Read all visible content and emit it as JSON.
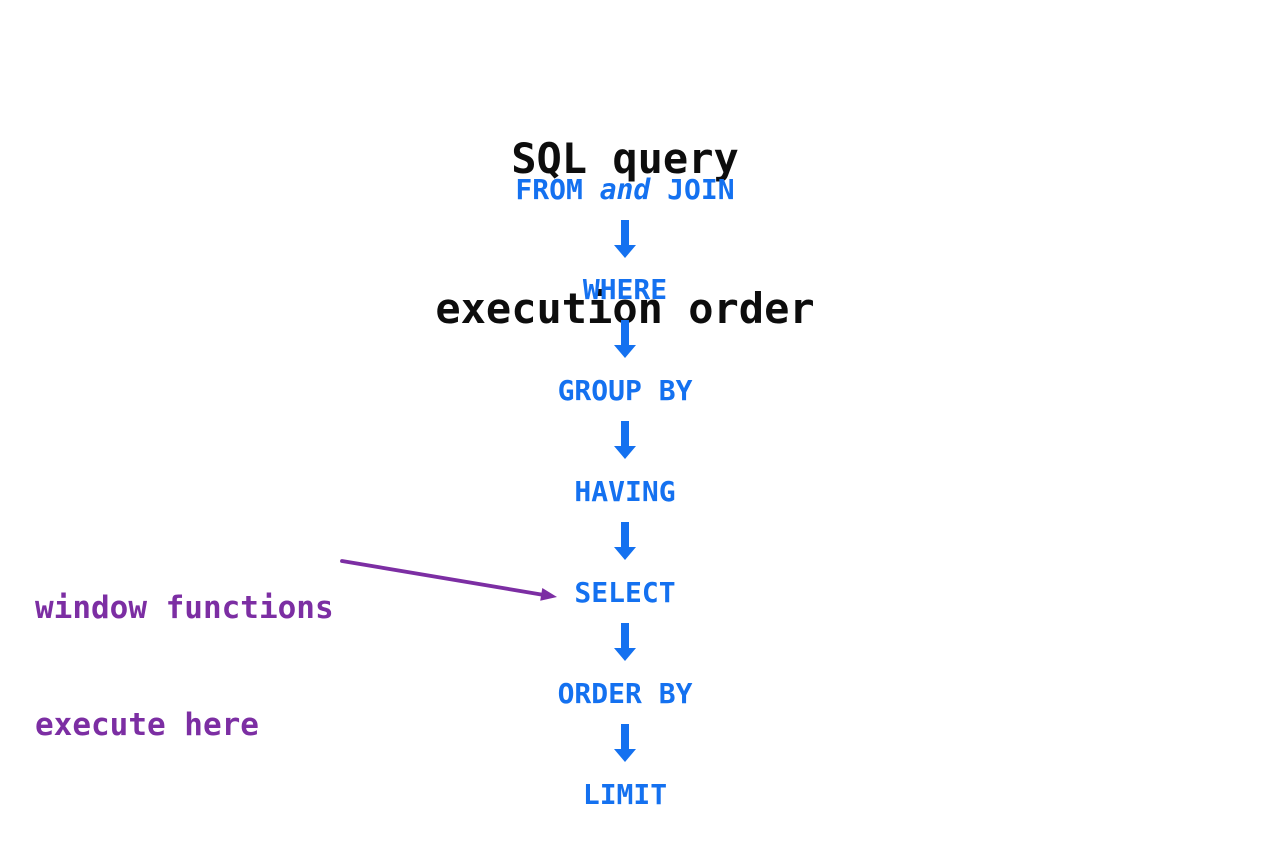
{
  "title": {
    "line1": "SQL query",
    "line2": "execution order"
  },
  "flow": {
    "steps": [
      {
        "pre": "FROM ",
        "conj": "and",
        "post": " JOIN"
      },
      {
        "label": "WHERE"
      },
      {
        "label": "GROUP BY"
      },
      {
        "label": "HAVING"
      },
      {
        "label": "SELECT"
      },
      {
        "label": "ORDER BY"
      },
      {
        "label": "LIMIT"
      }
    ]
  },
  "annotation": {
    "line1": "window functions",
    "line2": "execute here"
  },
  "colors": {
    "flow_blue": "#1471f0",
    "annotation_purple": "#7c2ea3",
    "title_color": "#0d0d0d"
  },
  "icons": {
    "down_arrow": "arrow-down-icon",
    "annotation_arrow": "annotation-arrow-icon"
  }
}
